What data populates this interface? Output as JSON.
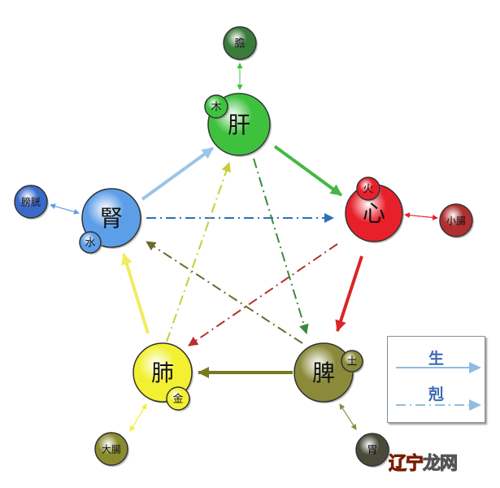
{
  "nodes": [
    {
      "id": "liver",
      "label": "肝",
      "element": "木",
      "partner": "膽",
      "color": "#3ec23e"
    },
    {
      "id": "heart",
      "label": "心",
      "element": "火",
      "partner": "小腸",
      "color": "#e8202a"
    },
    {
      "id": "spleen",
      "label": "脾",
      "element": "土",
      "partner": "胃",
      "color": "#8a8a3a"
    },
    {
      "id": "lung",
      "label": "肺",
      "element": "金",
      "partner": "大腸",
      "color": "#f2f030"
    },
    {
      "id": "kidney",
      "label": "腎",
      "element": "水",
      "partner": "膀胱",
      "color": "#5d9ee8"
    }
  ],
  "generating": [
    {
      "from": "kidney",
      "to": "liver",
      "color": "#9cc4e6"
    },
    {
      "from": "liver",
      "to": "heart",
      "color": "#44b844"
    },
    {
      "from": "heart",
      "to": "spleen",
      "color": "#d8262a"
    },
    {
      "from": "spleen",
      "to": "lung",
      "color": "#767a20"
    },
    {
      "from": "lung",
      "to": "kidney",
      "color": "#f0ec60"
    }
  ],
  "controlling": [
    {
      "from": "kidney",
      "to": "heart",
      "color": "#2f6fb8"
    },
    {
      "from": "heart",
      "to": "lung",
      "color": "#b83030"
    },
    {
      "from": "lung",
      "to": "liver",
      "color": "#c8cc40"
    },
    {
      "from": "liver",
      "to": "spleen",
      "color": "#3a8a3a"
    },
    {
      "from": "spleen",
      "to": "kidney",
      "color": "#6a6a2a"
    }
  ],
  "legend": {
    "generating": "生",
    "controlling": "剋"
  },
  "watermark": {
    "part1": "辽宁",
    "part2": "龙网"
  }
}
